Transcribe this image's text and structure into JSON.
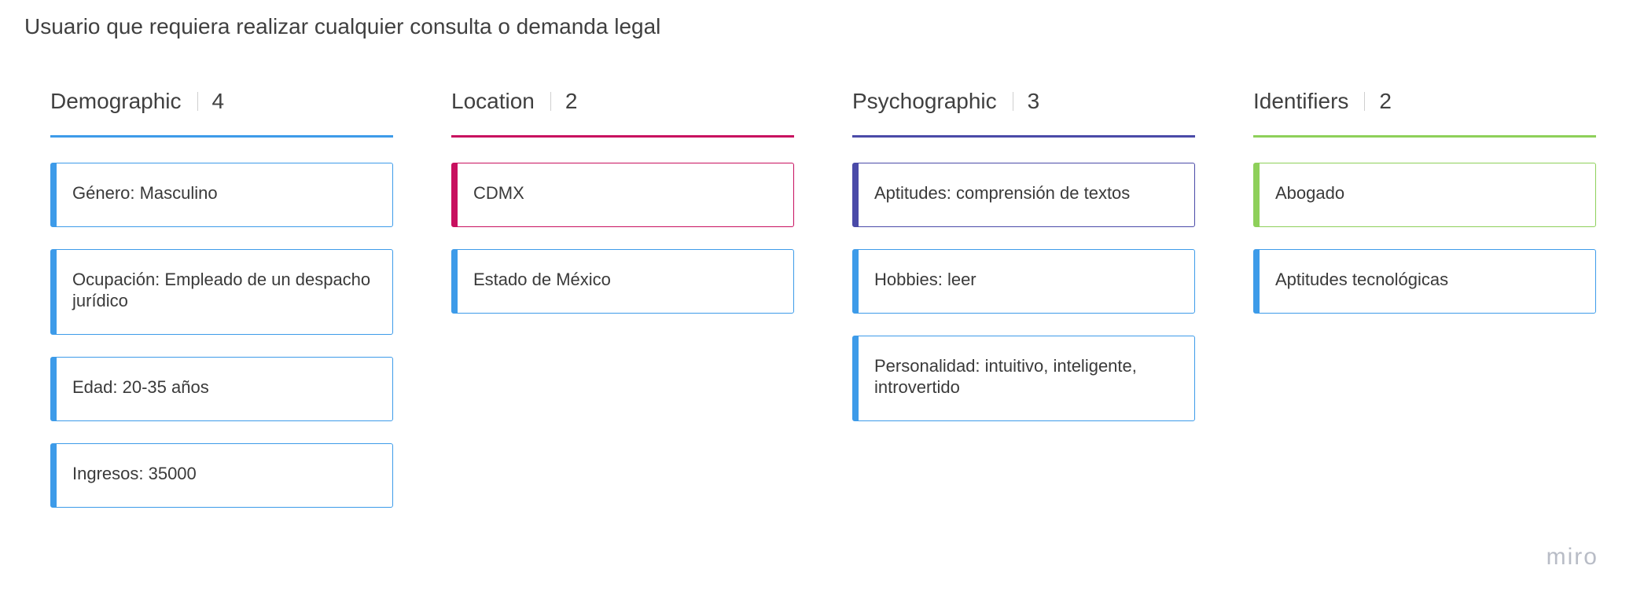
{
  "board_title": "Usuario que requiera realizar cualquier consulta o demanda legal",
  "colors": {
    "demographic": "#3d9be9",
    "location": "#c8105f",
    "psychographic": "#4a4aa8",
    "identifiers": "#8ed05a",
    "blue_card": "#3d9be9"
  },
  "columns": [
    {
      "title": "Demographic",
      "count": "4",
      "cards": [
        {
          "text": "Género: Masculino"
        },
        {
          "text": "Ocupación: Empleado de un despacho jurídico"
        },
        {
          "text": "Edad: 20-35 años"
        },
        {
          "text": "Ingresos: 35000"
        }
      ]
    },
    {
      "title": "Location",
      "count": "2",
      "cards": [
        {
          "text": "CDMX"
        },
        {
          "text": "Estado de México"
        }
      ]
    },
    {
      "title": "Psychographic",
      "count": "3",
      "cards": [
        {
          "text": "Aptitudes: comprensión de textos"
        },
        {
          "text": "Hobbies: leer"
        },
        {
          "text": "Personalidad: intuitivo, inteligente, introvertido"
        }
      ]
    },
    {
      "title": "Identifiers",
      "count": "2",
      "cards": [
        {
          "text": "Abogado"
        },
        {
          "text": "Aptitudes tecnológicas"
        }
      ]
    }
  ],
  "watermark": "miro"
}
